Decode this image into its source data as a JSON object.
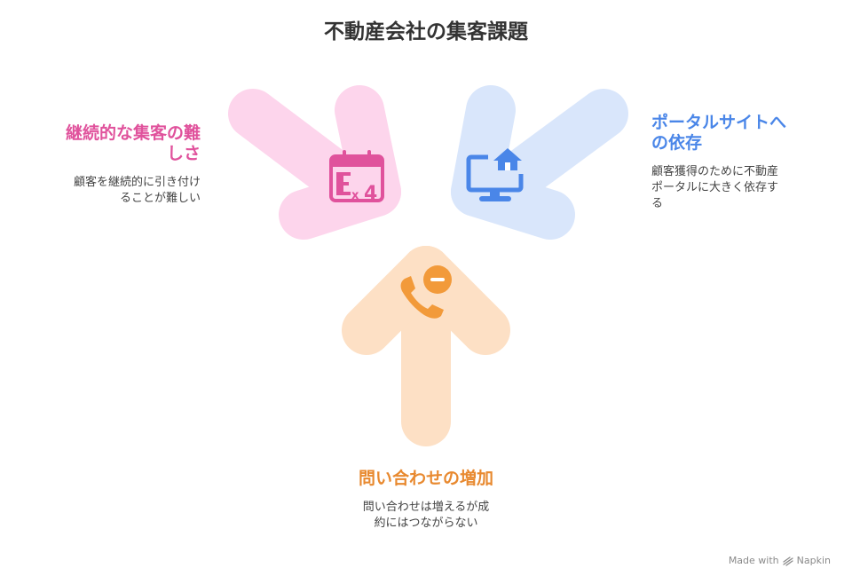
{
  "title": "不動産会社の集客課題",
  "colors": {
    "pink": "#e0529c",
    "pink_fill": "#fdd5ec",
    "blue": "#4a86e8",
    "blue_fill": "#d9e6fb",
    "orange": "#e8892f",
    "orange_fill": "#fde0c5"
  },
  "items": {
    "left": {
      "heading_line1": "継続的な集客の難",
      "heading_line2": "しさ",
      "desc_line1": "顧客を継続的に引き付け",
      "desc_line2": "ることが難しい",
      "icon": "calendar-repeat-icon"
    },
    "right": {
      "heading_line1": "ポータルサイトへ",
      "heading_line2": "の依存",
      "desc_line1": "顧客獲得のために不動産",
      "desc_line2": "ポータルに大きく依存す",
      "desc_line3": "る",
      "icon": "computer-upload-icon"
    },
    "bottom": {
      "heading": "問い合わせの増加",
      "desc_line1": "問い合わせは増えるが成",
      "desc_line2": "約にはつながらない",
      "icon": "phone-minus-icon"
    }
  },
  "footer": {
    "made_with": "Made with",
    "brand": "Napkin"
  }
}
